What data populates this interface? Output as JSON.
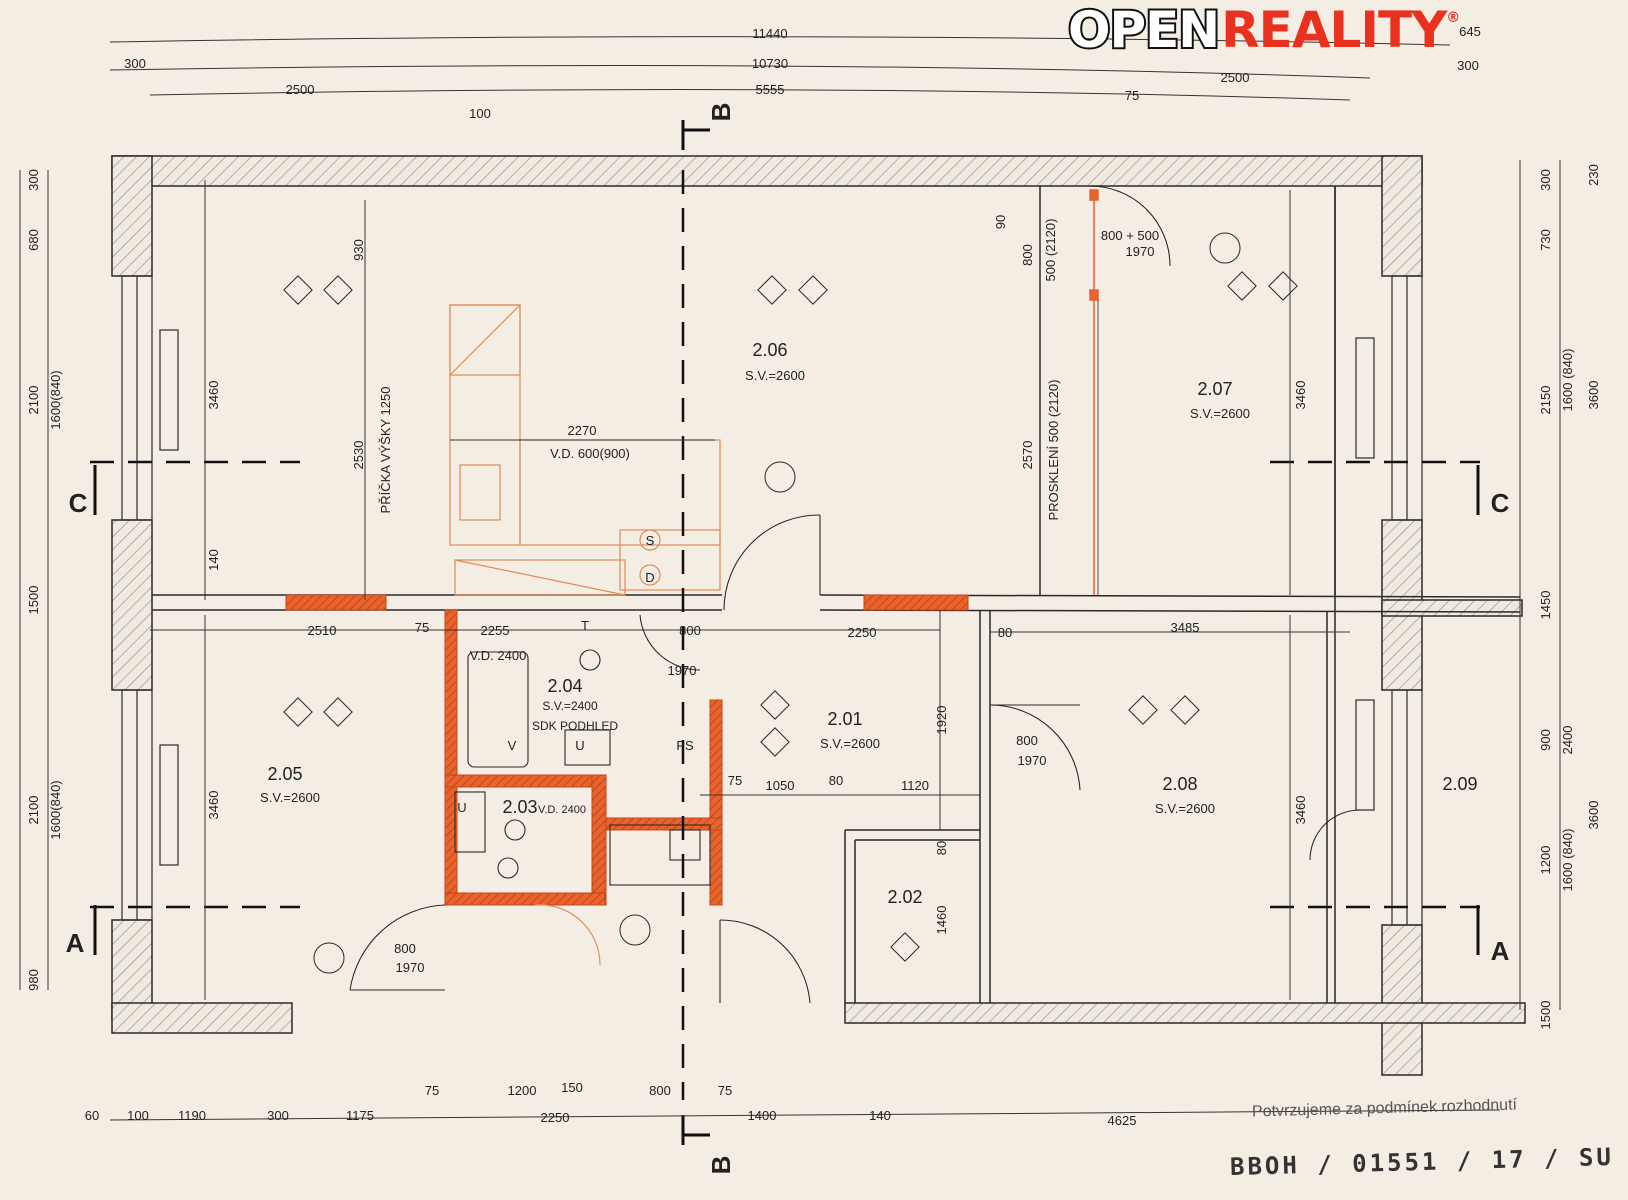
{
  "logo": {
    "part1": "OPEN",
    "part2": "REALITY",
    "reg": "®"
  },
  "rooms": [
    {
      "id": "2.01",
      "sv": "S.V.=2600"
    },
    {
      "id": "2.02",
      "sv": ""
    },
    {
      "id": "2.03",
      "sv": "V.D. 2400"
    },
    {
      "id": "2.04",
      "sv": "S.V.=2400"
    },
    {
      "id": "2.05",
      "sv": "S.V.=2600"
    },
    {
      "id": "2.06",
      "sv": "S.V.=2600"
    },
    {
      "id": "2.07",
      "sv": "S.V.=2600"
    },
    {
      "id": "2.08",
      "sv": "S.V.=2600"
    },
    {
      "id": "2.09",
      "sv": ""
    }
  ],
  "notes": {
    "sdk": "SDK PODHLED",
    "vd_kitchen": "V.D. 600(900)",
    "vd_bath": "V.D. 2400",
    "pricka": "PŘÍČKA VÝŠKY 1250",
    "prosk": "PROSKLENÍ 500 (2120)",
    "door_w": "800",
    "door_h": "1970",
    "door_glass": "800 + 500",
    "section_b": "B",
    "section_c": "C",
    "section_a": "A"
  },
  "dims_top": [
    "11440",
    "10730",
    "300",
    "2500",
    "5555",
    "100",
    "75",
    "2500",
    "645",
    "300"
  ],
  "dims_bottom": [
    "60",
    "100",
    "1190",
    "300",
    "1175",
    "2250",
    "75",
    "1200",
    "150",
    "800",
    "75",
    "1400",
    "140",
    "4625"
  ],
  "dims_inner": [
    "2270",
    "2255",
    "2510",
    "75",
    "2250",
    "80",
    "3485",
    "1050",
    "80",
    "1120",
    "75",
    "1920",
    "1460",
    "80"
  ],
  "dims_left": [
    "300",
    "680",
    "2100",
    "1600(840)",
    "1500",
    "2100",
    "1600(840)",
    "980",
    "3460",
    "3460",
    "140",
    "930",
    "2530"
  ],
  "dims_right": [
    "300",
    "230",
    "730",
    "2150",
    "1600 (840)",
    "3600",
    "1450",
    "900",
    "2400",
    "1200",
    "1600 (840)",
    "3600",
    "1500",
    "3460",
    "3460",
    "2570",
    "800",
    "500 (2120)",
    "90"
  ],
  "kitchen": {
    "s": "S",
    "d": "D",
    "t": "T",
    "u": "U",
    "v": "V",
    "ps": "PS"
  },
  "footnote": "Potvrzujeme za podmínek rozhodnutí",
  "stamp": "BBOH / 01551 / 17 / SU",
  "colors": {
    "paper": "#f4ede4",
    "ink": "#2a2a2a",
    "accent": "#e8642e",
    "hatch": "#8a8a8a"
  }
}
